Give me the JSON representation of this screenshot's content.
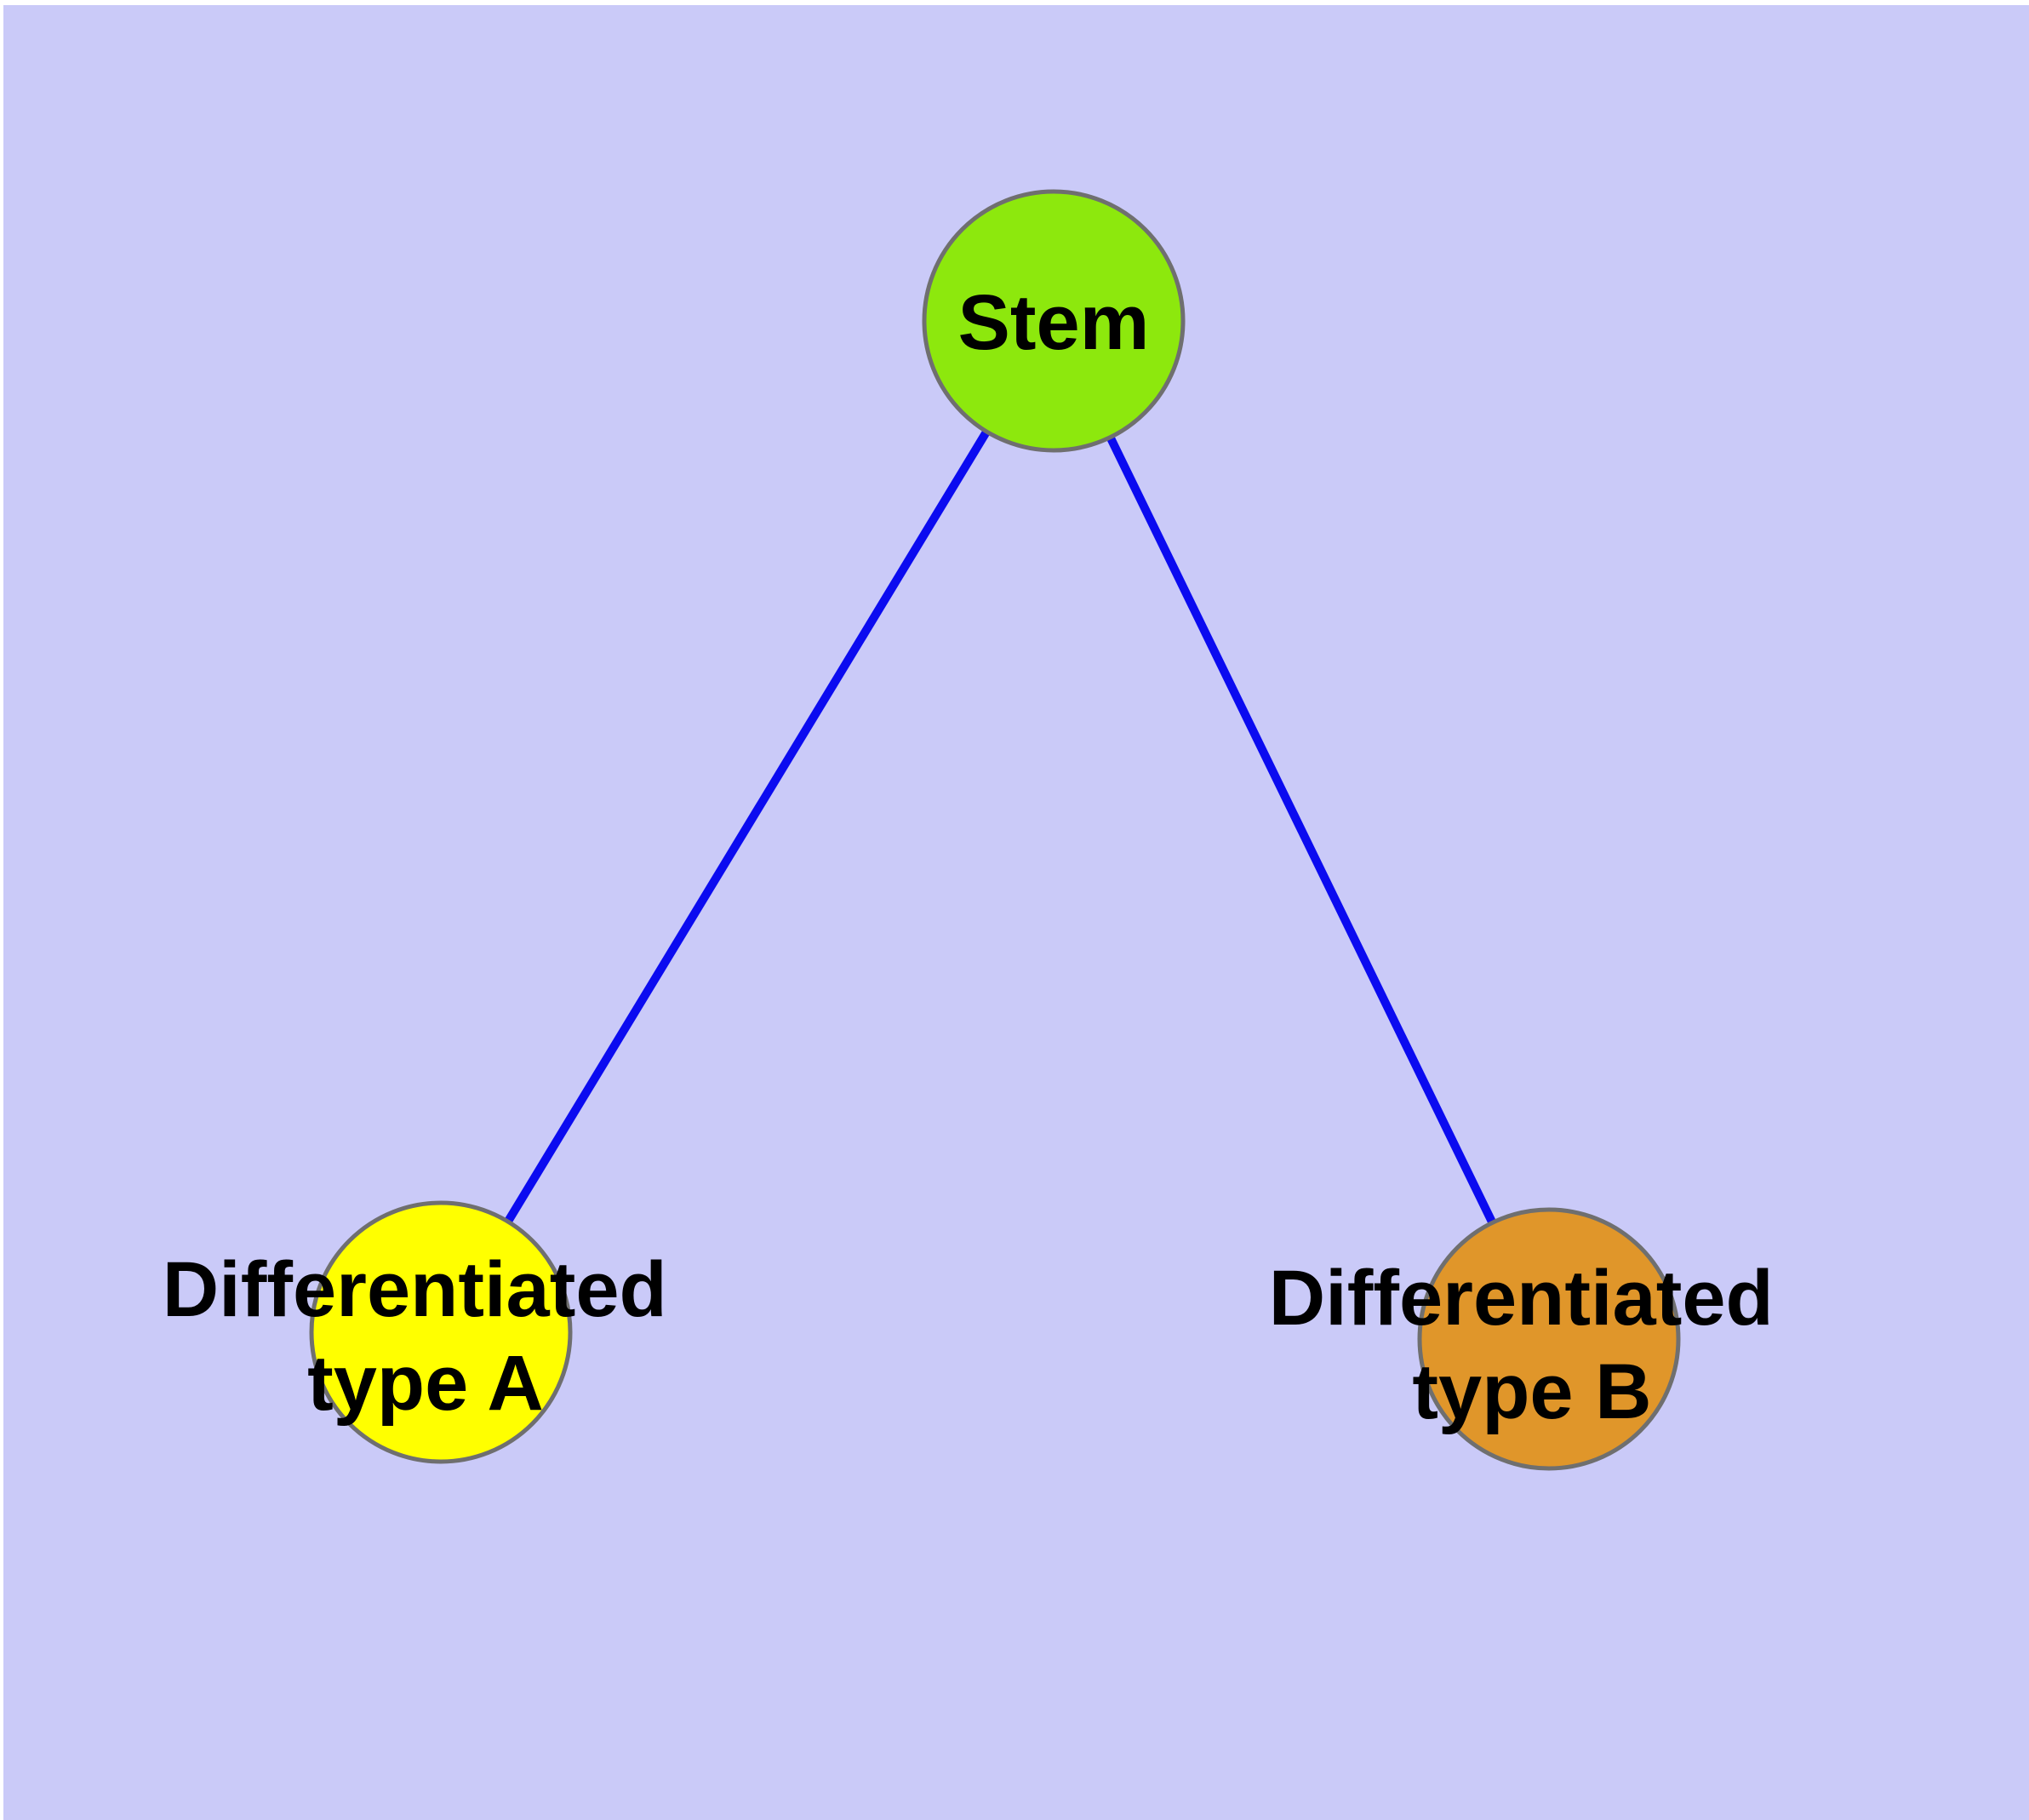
{
  "diagram": {
    "title": "",
    "background_color": "#CACAF8",
    "margin_color": "#FFFFFF",
    "edge_color": "#0B0BF0",
    "node_border_color": "#6F6F6F",
    "label_color": "#000000",
    "nodes": [
      {
        "id": "stem",
        "label": "Stem",
        "lines": [
          "Stem"
        ],
        "color": "#8DE80D"
      },
      {
        "id": "differentiated-type-a",
        "label": "Differentiated type A",
        "lines": [
          "Differentiated",
          "type A"
        ],
        "color": "#FFFF00"
      },
      {
        "id": "differentiated-type-b",
        "label": "Differentiated type B",
        "lines": [
          "Differentiated",
          "type B"
        ],
        "color": "#E0962A"
      }
    ],
    "edges": [
      {
        "from": "Stem",
        "to": "Differentiated type A"
      },
      {
        "from": "Stem",
        "to": "Differentiated type B"
      }
    ]
  }
}
